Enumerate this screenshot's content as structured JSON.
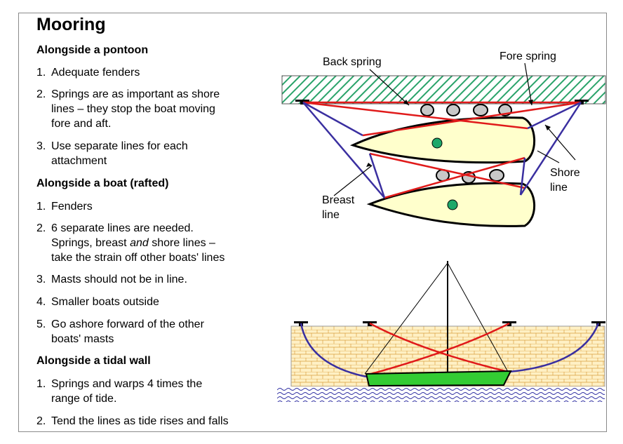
{
  "title": "Mooring",
  "sections": [
    {
      "heading": "Alongside a pontoon",
      "items": [
        {
          "num": "1.",
          "text": "Adequate fenders"
        },
        {
          "num": "2.",
          "text": "Springs are as important as shore\nlines – they stop the boat moving\nfore and aft."
        },
        {
          "num": "3.",
          "text": "Use separate lines for each\nattachment"
        }
      ]
    },
    {
      "heading": "Alongside a boat (rafted)",
      "items": [
        {
          "num": "1.",
          "text": "Fenders"
        },
        {
          "num": "2.",
          "text": "6 separate lines are needed.\nSprings, breast and shore lines –\ntake the strain off other boats' lines"
        },
        {
          "num": "3.",
          "text": "Masts should not be in line."
        },
        {
          "num": "4.",
          "text": "Smaller boats outside"
        },
        {
          "num": "5.",
          "text": "Go ashore forward of the other\nboats' masts"
        }
      ]
    },
    {
      "heading": "Alongside a tidal wall",
      "items": [
        {
          "num": "1.",
          "text": "Springs and warps 4  times the\nrange of tide."
        },
        {
          "num": "2.",
          "text": "Tend the lines as tide rises and falls"
        }
      ]
    }
  ],
  "diagram_labels": {
    "back_spring": "Back spring",
    "fore_spring": "Fore spring",
    "breast_line": "Breast\nline",
    "shore_line": "Shore\nline"
  },
  "colors": {
    "spring_line": "#e01a1a",
    "shore_line": "#3a2fa0",
    "hull_fill": "#ffffcc",
    "pontoon_hatch": "#2aa36a",
    "mast_dot": "#1ea86a",
    "wall_fill": "#fff0c4",
    "boat_hull": "#33cc33",
    "water": "#2a2aa0",
    "fender": "#c8c8c8"
  }
}
